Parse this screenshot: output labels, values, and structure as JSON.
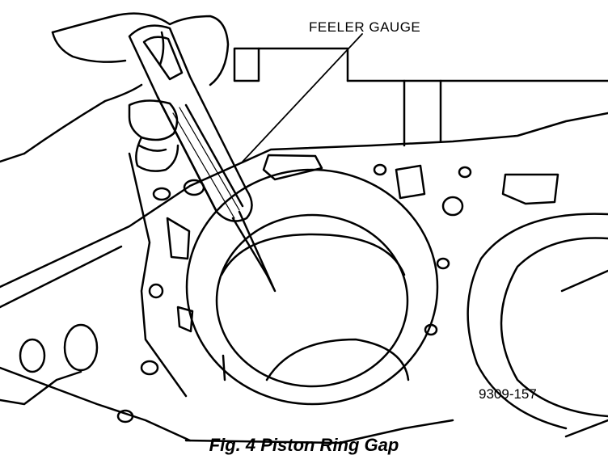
{
  "labels": {
    "callout": "FEELER GAUGE",
    "drawing_number": "9309-157",
    "caption": "Fig. 4 Piston Ring Gap"
  },
  "colors": {
    "ink": "#000000",
    "paper": "#ffffff"
  }
}
